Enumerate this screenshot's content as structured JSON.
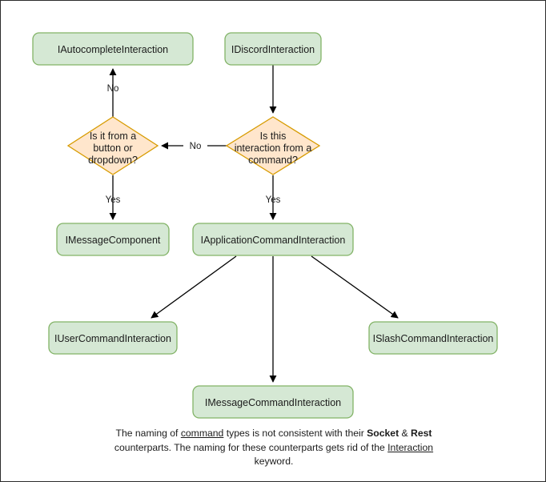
{
  "diagram": {
    "type": "flowchart",
    "title": "Discord Interaction type hierarchy decision flow",
    "colors": {
      "process_fill": "#d5e8d4",
      "process_stroke": "#82b366",
      "decision_fill": "#ffe6cc",
      "decision_stroke": "#d79b00",
      "edge": "#000000",
      "text": "#1b1b1b",
      "canvas_border": "#2b2b2b",
      "background": "#ffffff"
    },
    "nodes": {
      "autocomplete": {
        "label": "IAutocompleteInteraction",
        "shape": "rounded-rect"
      },
      "discord": {
        "label": "IDiscordInteraction",
        "shape": "rounded-rect"
      },
      "decision_button": {
        "shape": "diamond",
        "lines": [
          "Is it from a",
          "button or",
          "dropdown?"
        ]
      },
      "decision_command": {
        "shape": "diamond",
        "lines": [
          "Is this",
          "interaction from a",
          "command?"
        ]
      },
      "message_component": {
        "label": "IMessageComponent",
        "shape": "rounded-rect"
      },
      "application_command": {
        "label": "IApplicationCommandInteraction",
        "shape": "rounded-rect"
      },
      "user_command": {
        "label": "IUserCommandInteraction",
        "shape": "rounded-rect"
      },
      "message_command": {
        "label": "IMessageCommandInteraction",
        "shape": "rounded-rect"
      },
      "slash_command": {
        "label": "ISlashCommandInteraction",
        "shape": "rounded-rect"
      }
    },
    "edges": [
      {
        "from": "discord",
        "to": "decision_command",
        "label": ""
      },
      {
        "from": "decision_command",
        "to": "decision_button",
        "label": "No"
      },
      {
        "from": "decision_command",
        "to": "application_command",
        "label": "Yes"
      },
      {
        "from": "decision_button",
        "to": "autocomplete",
        "label": "No"
      },
      {
        "from": "decision_button",
        "to": "message_component",
        "label": "Yes"
      },
      {
        "from": "application_command",
        "to": "user_command",
        "label": ""
      },
      {
        "from": "application_command",
        "to": "message_command",
        "label": ""
      },
      {
        "from": "application_command",
        "to": "slash_command",
        "label": ""
      }
    ],
    "edge_labels": {
      "no_to_autocomplete": "No",
      "no_to_decision_button": "No",
      "yes_to_message_component": "Yes",
      "yes_to_application_command": "Yes"
    }
  },
  "caption": {
    "line1_a": "The naming of ",
    "line1_u": "command",
    "line1_b": " types is not consistent with their",
    "line2_a": "Socket",
    "line2_amp": " & ",
    "line2_b": "Rest",
    "line2_c": " counterparts. The naming for these",
    "line3_a": "counterparts gets rid of the ",
    "line3_u": "Interaction",
    "line3_b": " keyword."
  }
}
